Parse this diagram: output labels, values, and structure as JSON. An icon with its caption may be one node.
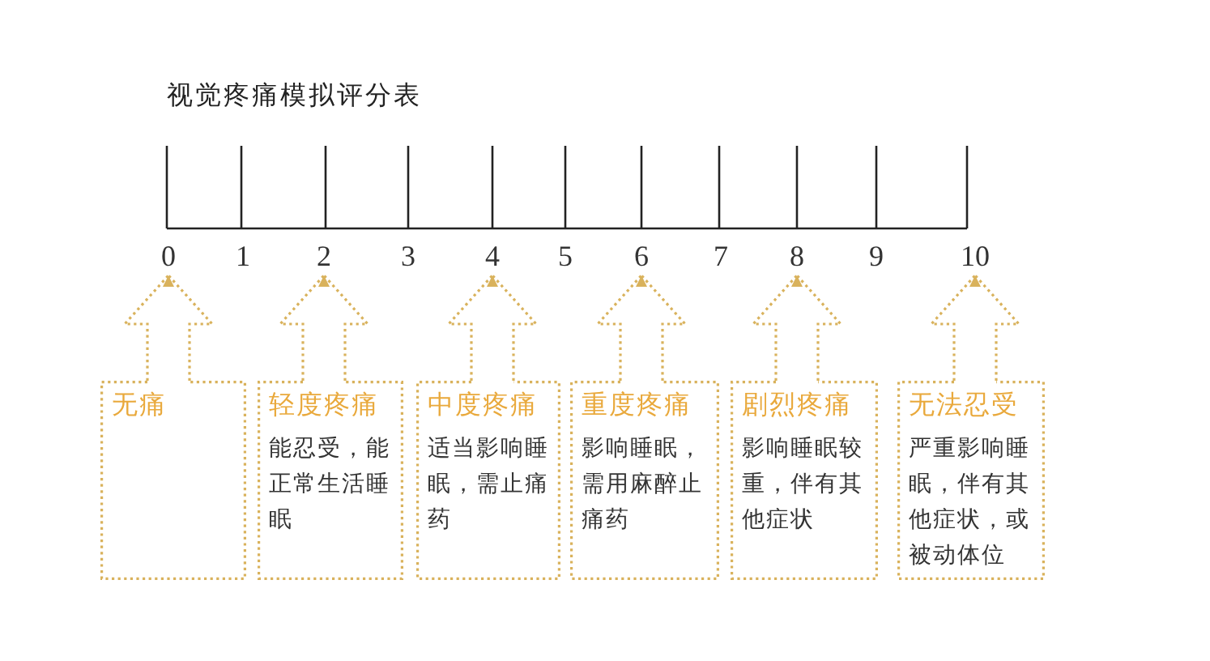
{
  "diagram": {
    "title": "视觉疼痛模拟评分表",
    "nodes": [
      {
        "text": [
          "0"
        ]
      },
      {
        "text": [
          "2"
        ]
      },
      {
        "text": [
          "4"
        ]
      },
      {
        "text": [
          "6"
        ]
      },
      {
        "text": [
          "8"
        ]
      },
      {
        "text": [
          "10"
        ]
      },
      {
        "text": [
          "无痛"
        ]
      },
      {
        "text": [
          "轻度疼痛",
          "能忍受，能正常生活睡眠"
        ]
      },
      {
        "text": [
          "中度疼痛",
          "适当影响睡眠，需止痛药"
        ]
      },
      {
        "text": [
          "重度疼痛",
          "影响睡眠，需用麻醉止痛药"
        ]
      },
      {
        "text": [
          "剧烈疼痛",
          "影响睡眠较重，伴有其他症状"
        ]
      },
      {
        "text": [
          "无法忍受",
          "严重影响睡眠，伴有其他症状，或被动体位"
        ]
      }
    ],
    "edges": [
      {
        "from": 6,
        "to": 0,
        "arrow": "to",
        "style": "dashed"
      },
      {
        "from": 7,
        "to": 1,
        "arrow": "to",
        "style": "dashed"
      },
      {
        "from": 8,
        "to": 2,
        "arrow": "to",
        "style": "dashed"
      },
      {
        "from": 9,
        "to": 3,
        "arrow": "to",
        "style": "dashed"
      },
      {
        "from": 10,
        "to": 4,
        "arrow": "to",
        "style": "dashed"
      },
      {
        "from": 11,
        "to": 5,
        "arrow": "to",
        "style": "dashed"
      }
    ],
    "labels": [
      "1",
      "3",
      "5",
      "7",
      "9"
    ]
  }
}
